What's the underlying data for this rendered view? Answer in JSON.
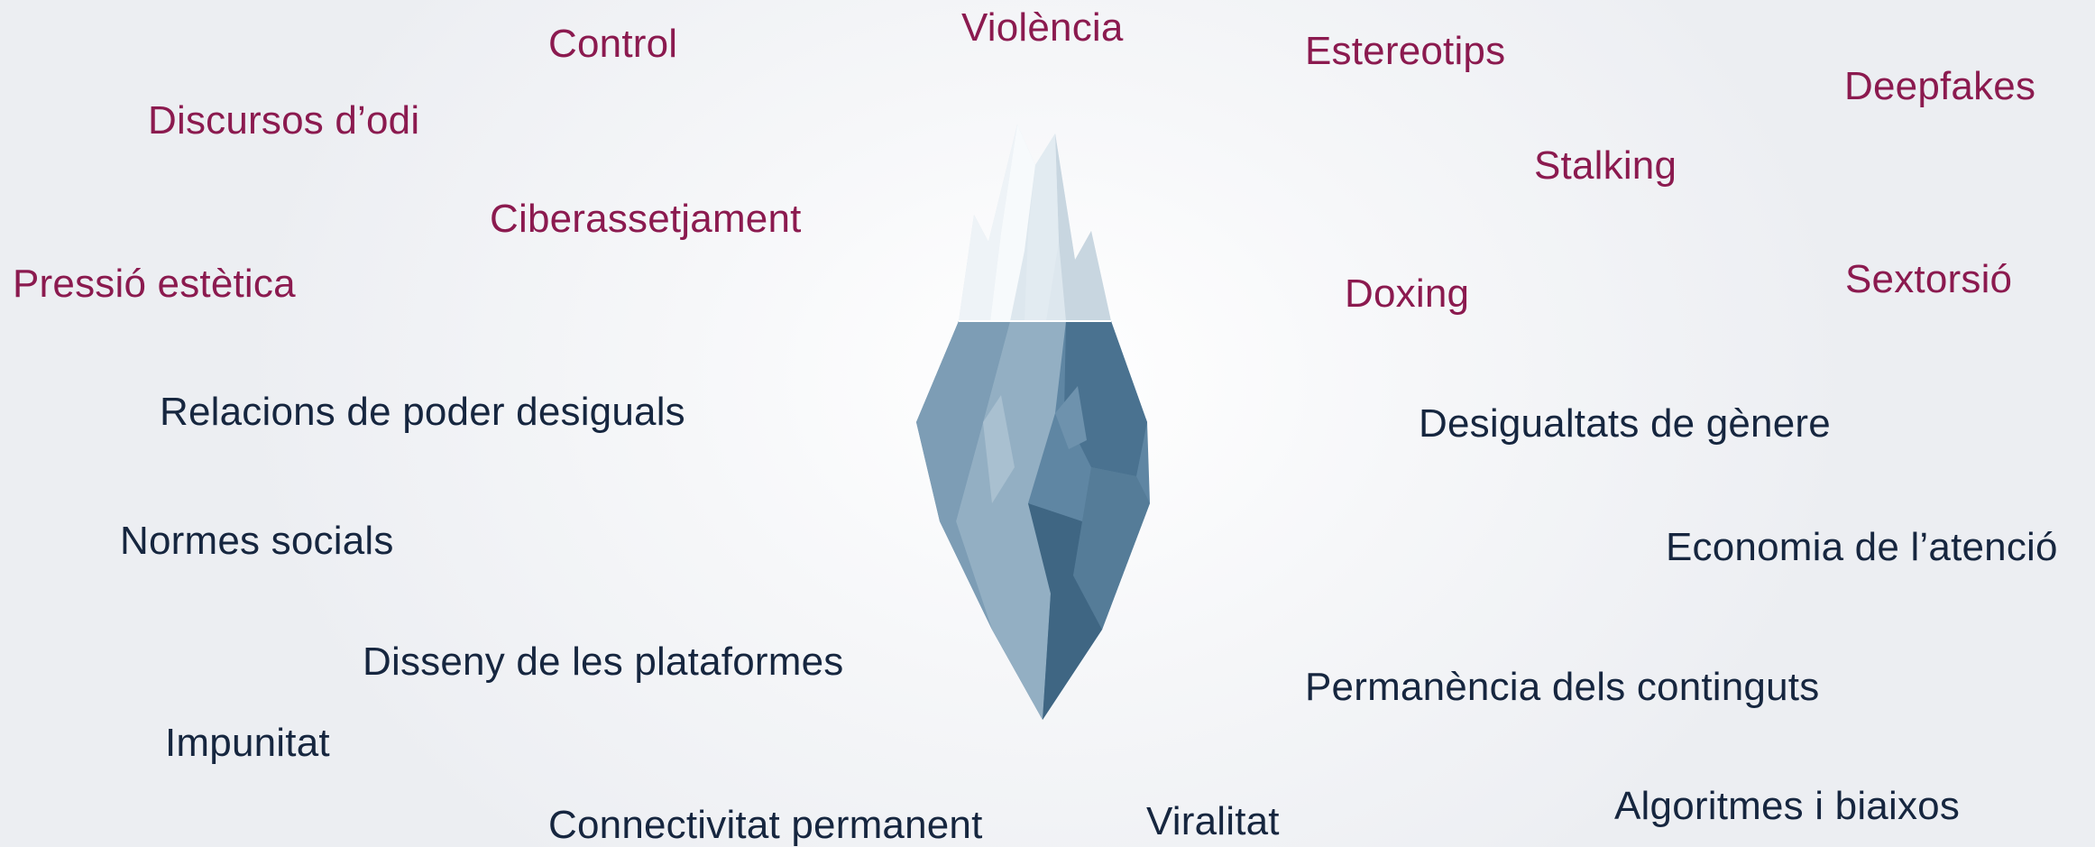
{
  "colors": {
    "visible_term": "#8b1a4f",
    "hidden_term": "#16263f",
    "ice_tip": "#e7eef3",
    "ice_underwater": "#5f86a3"
  },
  "visible_terms": {
    "violencia": "Violència",
    "control": "Control",
    "estereotips": "Estereotips",
    "deepfakes": "Deepfakes",
    "discursos_odi": "Discursos d’odi",
    "stalking": "Stalking",
    "ciberassetjament": "Ciberassetjament",
    "pressio_estetica": "Pressió estètica",
    "doxing": "Doxing",
    "sextorsio": "Sextorsió"
  },
  "hidden_terms": {
    "relacions_poder": "Relacions de poder desiguals",
    "desigualtats_genere": "Desigualtats de gènere",
    "normes_socials": "Normes socials",
    "economia_atencio": "Economia de l’atenció",
    "disseny_plataformes": "Disseny de les plataformes",
    "permanencia_continguts": "Permanència dels continguts",
    "impunitat": "Impunitat",
    "algoritmes_biaixos": "Algoritmes i biaixos",
    "connectivitat_permanent": "Connectivitat permanent",
    "viralitat": "Viralitat"
  }
}
